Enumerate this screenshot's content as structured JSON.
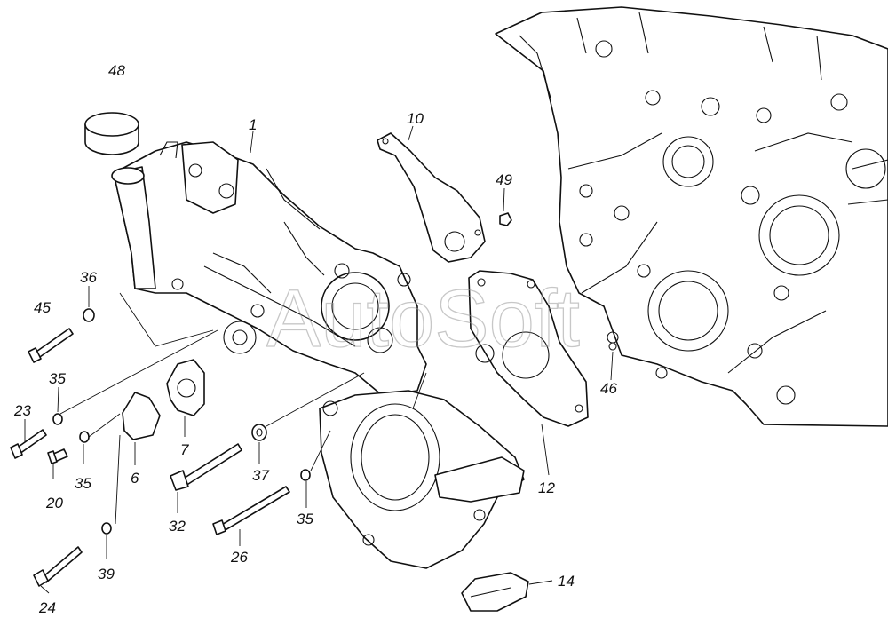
{
  "watermark": "AutoSoft",
  "callouts": {
    "c48": "48",
    "c1": "1",
    "c10": "10",
    "c49": "49",
    "c36": "36",
    "c45": "45",
    "c35a": "35",
    "c23": "23",
    "c20": "20",
    "c35b": "35",
    "c6": "6",
    "c7": "7",
    "c39": "39",
    "c32": "32",
    "c24": "24",
    "c26": "26",
    "c37": "37",
    "c35c": "35",
    "c12": "12",
    "c46": "46",
    "c14": "14"
  }
}
